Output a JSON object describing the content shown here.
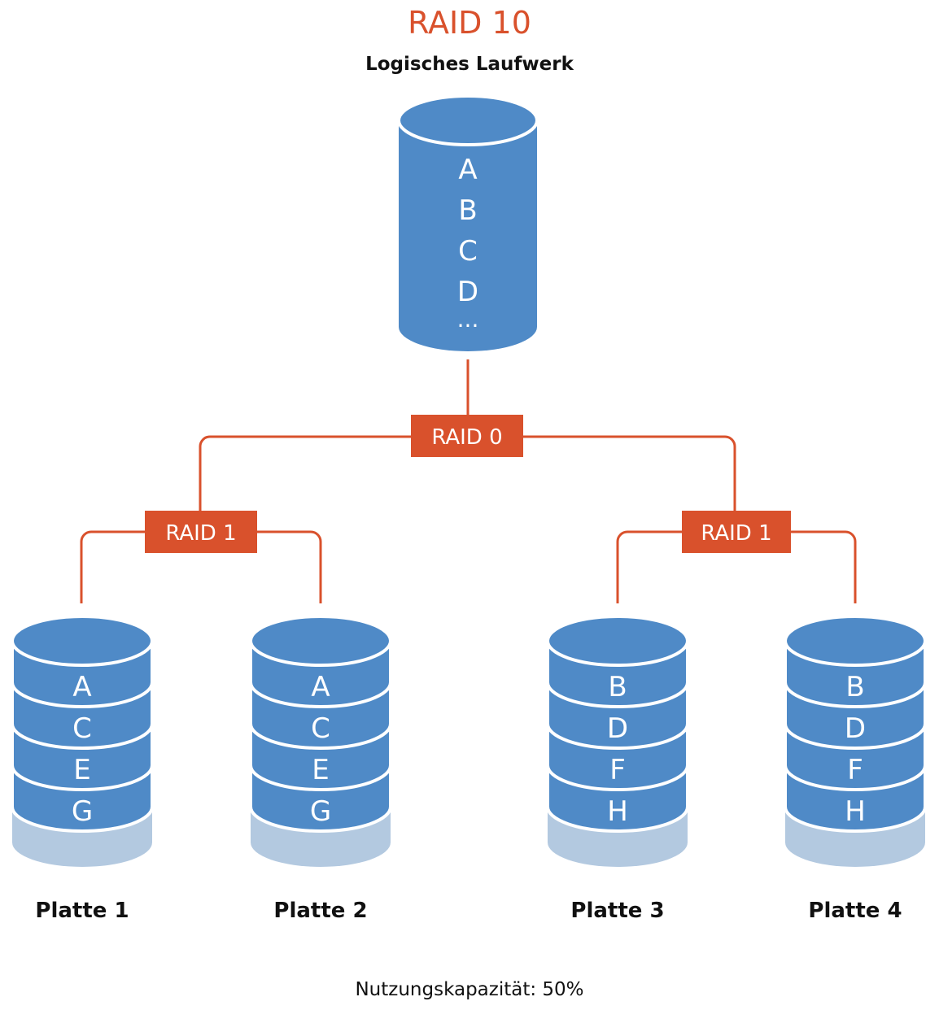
{
  "title": "RAID 10",
  "subtitle": "Logisches Laufwerk",
  "caption": "Nutzungskapazität: 50%",
  "colors": {
    "accent": "#d9512c",
    "disk_blue": "#4f8ac7",
    "disk_empty": "#b3c9e0",
    "text_dark": "#111111"
  },
  "logical_drive": {
    "blocks": [
      "A",
      "B",
      "C",
      "D",
      "..."
    ]
  },
  "raid0": {
    "label": "RAID 0"
  },
  "raid1_left": {
    "label": "RAID 1"
  },
  "raid1_right": {
    "label": "RAID 1"
  },
  "disks": [
    {
      "label": "Platte 1",
      "blocks": [
        "A",
        "C",
        "E",
        "G"
      ]
    },
    {
      "label": "Platte 2",
      "blocks": [
        "A",
        "C",
        "E",
        "G"
      ]
    },
    {
      "label": "Platte 3",
      "blocks": [
        "B",
        "D",
        "F",
        "H"
      ]
    },
    {
      "label": "Platte 4",
      "blocks": [
        "B",
        "D",
        "F",
        "H"
      ]
    }
  ]
}
